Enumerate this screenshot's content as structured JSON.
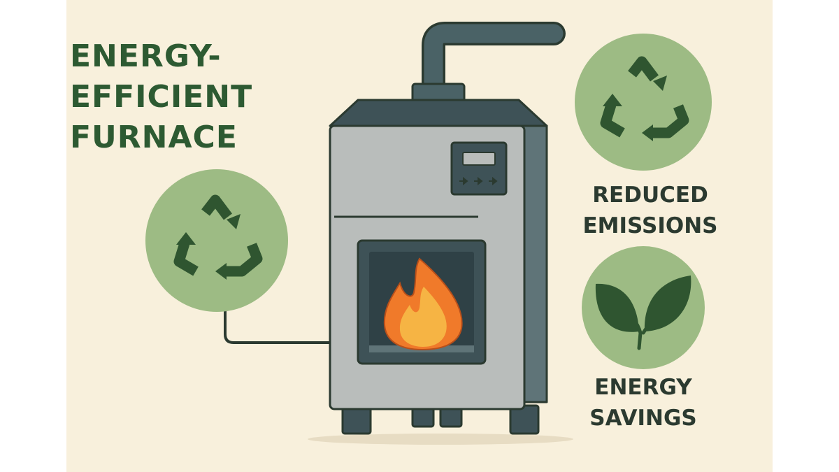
{
  "title": {
    "line1": "ENERGY-",
    "line2": "EFFICIENT",
    "line3": "FURNACE"
  },
  "benefits": [
    {
      "line1": "REDUCED",
      "line2": "EMISSIONS",
      "icon": "recycle-icon"
    },
    {
      "line1": "ENERGY",
      "line2": "SAVINGS",
      "icon": "leaf-icon"
    }
  ],
  "left_icon": "recycle-icon",
  "colors": {
    "background": "#f8f0dc",
    "title_green": "#2d5a32",
    "circle_green": "#9dbb84",
    "icon_green": "#2f5530",
    "furnace_body": "#b9bdbb",
    "furnace_dark": "#3e5257",
    "flame_orange": "#f07a2a",
    "flame_yellow": "#f6b444"
  }
}
